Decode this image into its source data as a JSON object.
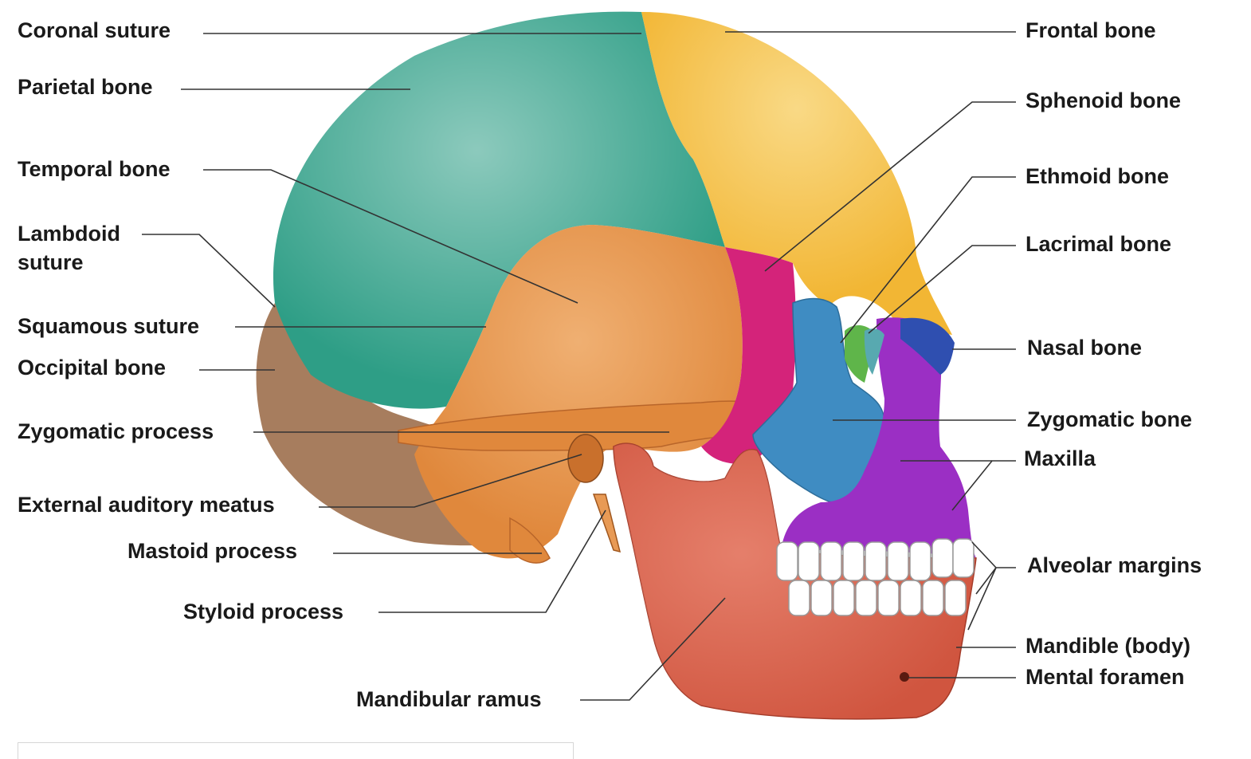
{
  "diagram": {
    "colors": {
      "parietal": "#2e9e86",
      "frontal": "#f2b634",
      "temporal": "#e0883c",
      "occipital": "#a77d5e",
      "sphenoid": "#d4237a",
      "ethmoid": "#5fb54a",
      "lacrimal": "#58a9b0",
      "nasal": "#2f4fb0",
      "zygomatic": "#3f8cc2",
      "maxilla": "#9b2fc4",
      "mandible": "#d0553f",
      "teeth": "#ffffff",
      "leader_line": "#333333"
    },
    "labels": {
      "coronal_suture": "Coronal suture",
      "parietal_bone": "Parietal bone",
      "temporal_bone": "Temporal bone",
      "lambdoid_suture": "Lambdoid\nsuture",
      "squamous_suture": "Squamous suture",
      "occipital_bone": "Occipital bone",
      "zygomatic_process": "Zygomatic process",
      "external_auditory_meatus": "External auditory meatus",
      "mastoid_process": "Mastoid process",
      "styloid_process": "Styloid process",
      "mandibular_ramus": "Mandibular ramus",
      "frontal_bone": "Frontal bone",
      "sphenoid_bone": "Sphenoid bone",
      "ethmoid_bone": "Ethmoid bone",
      "lacrimal_bone": "Lacrimal bone",
      "nasal_bone": "Nasal bone",
      "zygomatic_bone": "Zygomatic bone",
      "maxilla": "Maxilla",
      "alveolar_margins": "Alveolar margins",
      "mandible_body": "Mandible (body)",
      "mental_foramen": "Mental foramen"
    }
  }
}
